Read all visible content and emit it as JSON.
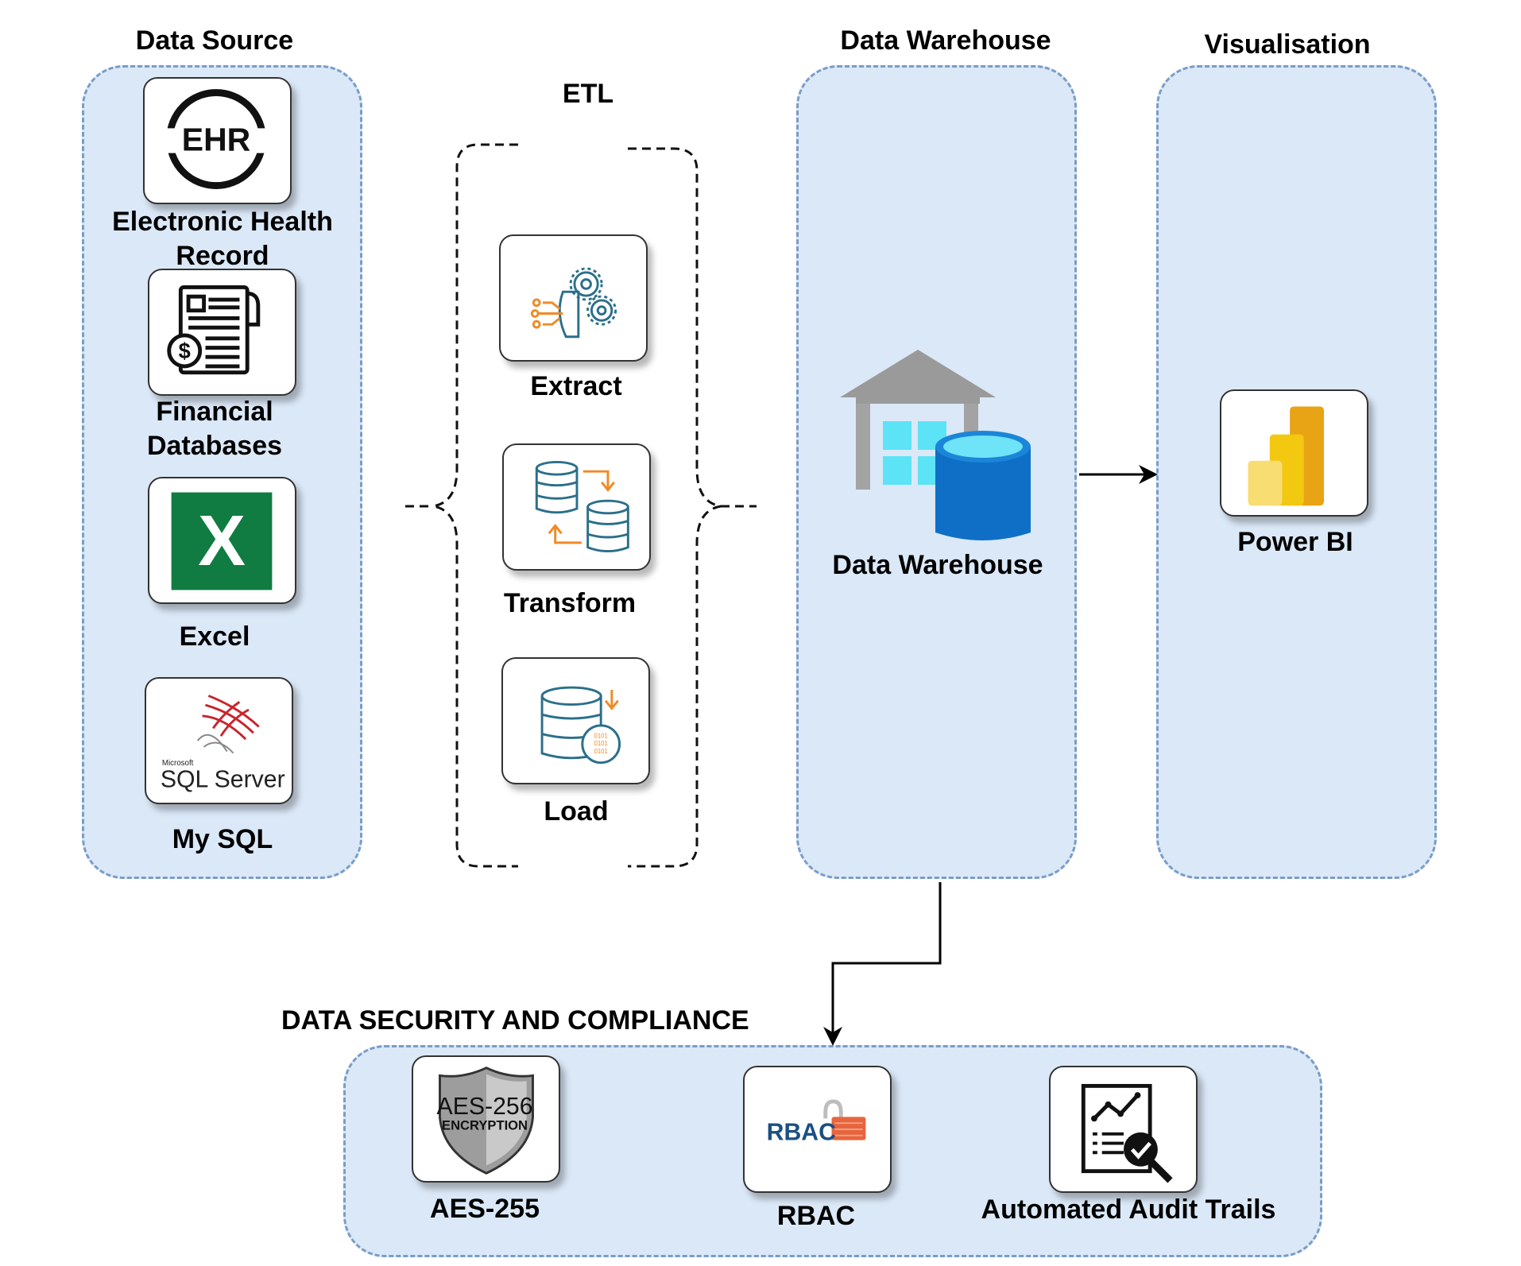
{
  "sections": {
    "data_source": "Data Source",
    "etl": "ETL",
    "data_warehouse": "Data Warehouse",
    "visualisation": "Visualisation",
    "security": "DATA SECURITY AND COMPLIANCE"
  },
  "sources": {
    "ehr": "Electronic Health Record",
    "financial": "Financial Databases",
    "excel": "Excel",
    "mysql": "My SQL"
  },
  "icon_text": {
    "ehr_logo": "EHR",
    "excel_logo": "X",
    "sql_logo_small": "Microsoft",
    "sql_logo": "SQL Server",
    "aes_logo": "AES-256",
    "aes_logo_sub": "ENCRYPTION",
    "rbac_logo": "RBAC",
    "load_bits": "0101"
  },
  "etl": {
    "extract": "Extract",
    "transform": "Transform",
    "load": "Load"
  },
  "warehouse": {
    "label": "Data Warehouse"
  },
  "visualisation": {
    "powerbi": "Power BI"
  },
  "security": {
    "aes": "AES-255",
    "rbac": "RBAC",
    "audit": "Automated Audit Trails"
  },
  "colors": {
    "panel_fill": "#dbe8f7",
    "panel_border": "#7a9cc8",
    "excel_green": "#107c41",
    "powerbi_yellow": "#f2c811",
    "warehouse_blue": "#0f6fc6",
    "rbac_blue": "#1c4f82",
    "etl_orange": "#f08a24",
    "etl_teal": "#2b6f8a"
  }
}
